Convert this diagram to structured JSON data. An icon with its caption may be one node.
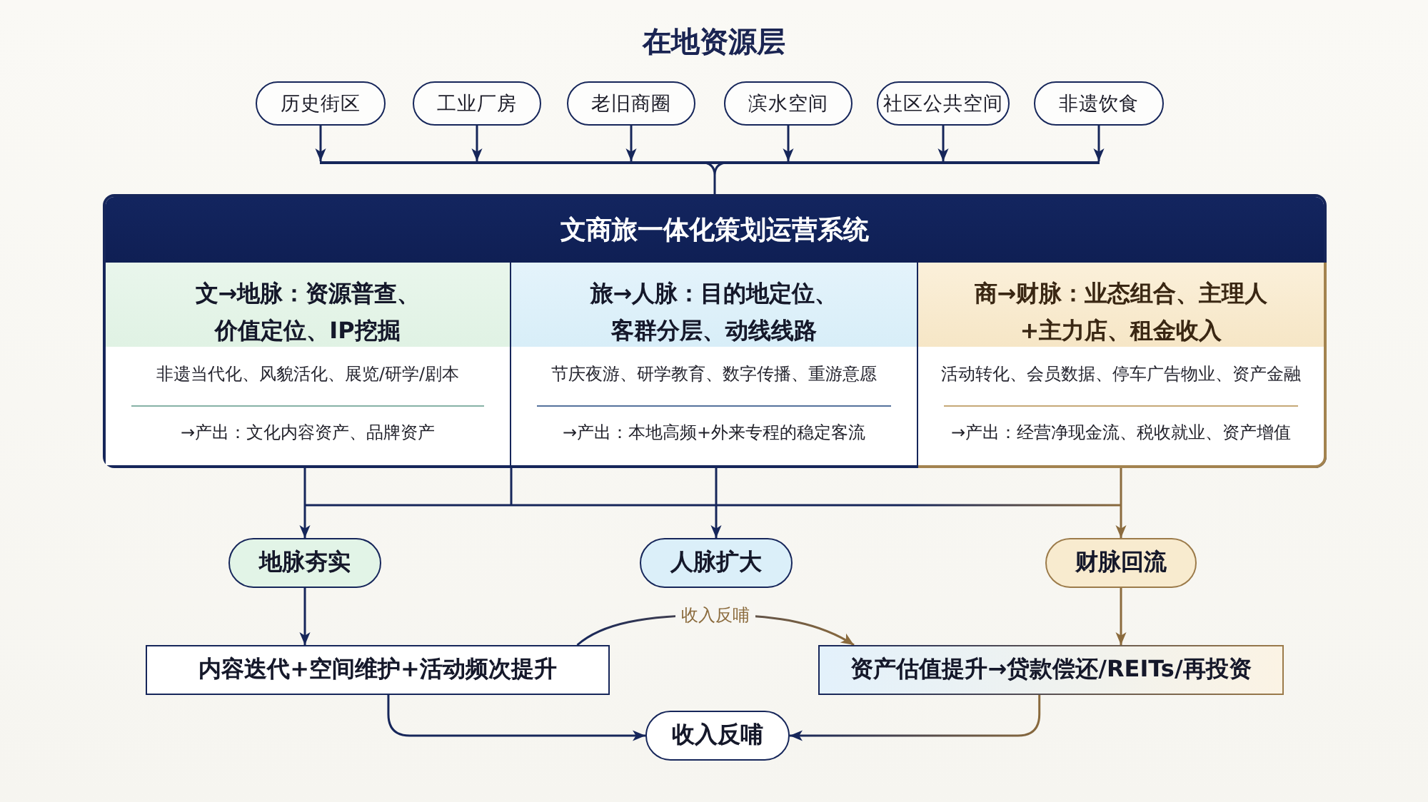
{
  "diagram": {
    "title": "在地资源层",
    "nodes": [
      {
        "text": [
          "历史街区"
        ]
      },
      {
        "text": [
          "工业厂房"
        ]
      },
      {
        "text": [
          "老旧商圈"
        ]
      },
      {
        "text": [
          "滨水空间"
        ]
      },
      {
        "text": [
          "社区公共空间"
        ]
      },
      {
        "text": [
          "非遗饮食"
        ]
      },
      {
        "text": [],
        "shape": "bar"
      },
      {
        "text": [
          "文商旅一体化策划运营系统"
        ]
      },
      {
        "text": [
          "文→地脉：资源普查、价值定位、IP挖掘",
          "非遗当代化、风貌活化、展览/研学/剧本",
          "→产出：文化内容资产、品牌资产"
        ],
        "in": 7
      },
      {
        "text": [
          "旅→人脉：目的地定位、客群分层、动线线路",
          "节庆夜游、研学教育、数字传播、重游意愿",
          "→产出：本地高频+外来专程的稳定客流"
        ],
        "in": 7
      },
      {
        "text": [
          "商→财脉：业态组合、主理人+主力店、租金收入",
          "活动转化、会员数据、停车广告物业、资产金融",
          "→产出：经营净现金流、税收就业、资产增值"
        ],
        "in": 7
      },
      {
        "text": [
          "地脉夯实"
        ]
      },
      {
        "text": [
          "人脉扩大"
        ]
      },
      {
        "text": [
          "财脉回流"
        ]
      },
      {
        "text": [
          "内容迭代+空间维护+活动频次提升"
        ]
      },
      {
        "text": [
          "资产估值提升→贷款偿还/REITs/再投资"
        ]
      },
      {
        "text": [
          "收入反哺"
        ]
      }
    ],
    "edges": [
      {
        "from": 0,
        "to": 6,
        "arrow": "to"
      },
      {
        "from": 1,
        "to": 6,
        "arrow": "to"
      },
      {
        "from": 2,
        "to": 6,
        "arrow": "to"
      },
      {
        "from": 3,
        "to": 6,
        "arrow": "to"
      },
      {
        "from": 4,
        "to": 6,
        "arrow": "to"
      },
      {
        "from": 5,
        "to": 6,
        "arrow": "to"
      },
      {
        "from": 6,
        "to": 7,
        "arrow": "none"
      },
      {
        "from": 8,
        "to": 11,
        "arrow": "to"
      },
      {
        "from": 9,
        "to": 12,
        "arrow": "to"
      },
      {
        "from": 10,
        "to": 13,
        "arrow": "to",
        "color": "#8b6b3d"
      },
      {
        "from": 11,
        "to": 14,
        "arrow": "to"
      },
      {
        "from": 13,
        "to": 15,
        "arrow": "to",
        "color": "#8b6b3d"
      },
      {
        "from": 14,
        "to": 15,
        "arrow": "to",
        "label": "收入反哺",
        "color": "#8b6b3d"
      },
      {
        "from": 14,
        "to": 16,
        "arrow": "to"
      },
      {
        "from": 15,
        "to": 16,
        "arrow": "to",
        "color": "#8b6b3d"
      }
    ]
  }
}
